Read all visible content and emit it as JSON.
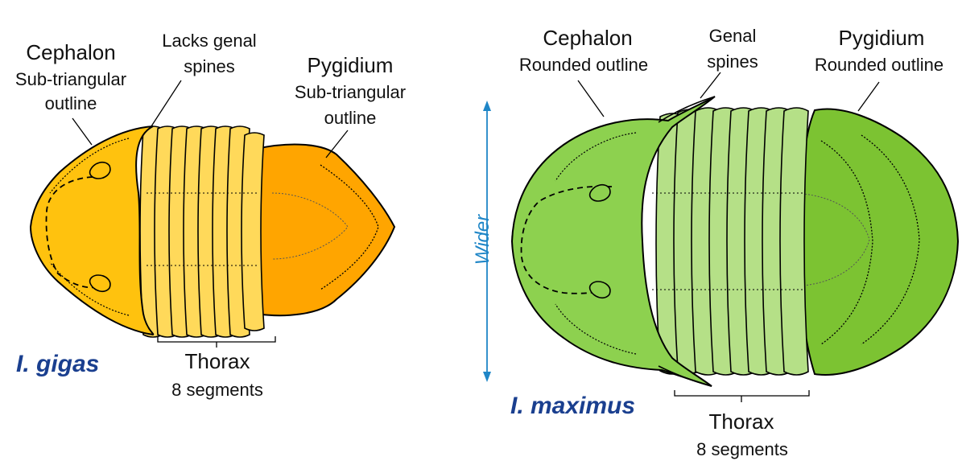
{
  "colors": {
    "gigas_cephalon": "#ffc20e",
    "gigas_thorax": "#ffd95a",
    "gigas_pygidium": "#ffa500",
    "maximus_cephalon": "#8dd14f",
    "maximus_thorax": "#b5e087",
    "maximus_pygidium": "#7cc332",
    "wider_arrow": "#1f86c7",
    "species_label": "#1a3f8f"
  },
  "gigas": {
    "species": "I. gigas",
    "cephalon": {
      "title": "Cephalon",
      "line1": "Sub-triangular",
      "line2": "outline"
    },
    "spines": {
      "line1": "Lacks genal",
      "line2": "spines"
    },
    "pygidium": {
      "title": "Pygidium",
      "line1": "Sub-triangular",
      "line2": "outline"
    },
    "thorax": {
      "title": "Thorax",
      "segments": "8 segments"
    }
  },
  "maximus": {
    "species": "I. maximus",
    "cephalon": {
      "title": "Cephalon",
      "line1": "Rounded outline"
    },
    "spines": {
      "line1": "Genal",
      "line2": "spines"
    },
    "pygidium": {
      "title": "Pygidium",
      "line1": "Rounded outline"
    },
    "thorax": {
      "title": "Thorax",
      "segments": "8 segments"
    }
  },
  "width_label": "Wider"
}
